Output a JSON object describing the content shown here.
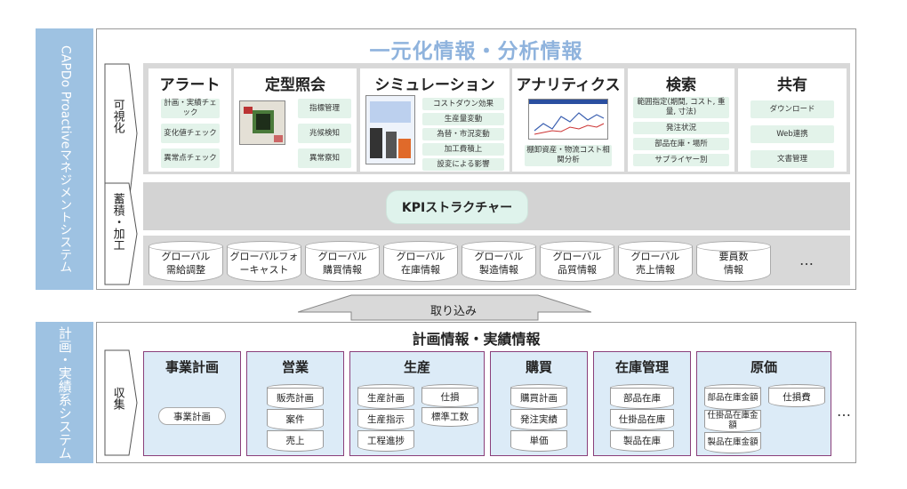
{
  "top_system": {
    "side_label": "CAPDo Proactiveマネジメントシステム",
    "title": "一元化情報・分析情報",
    "visualize_label": "可視化",
    "accumulate_label": "蓄積・加工",
    "cards": [
      {
        "title": "アラート",
        "items": [
          "計画・実績チェック",
          "変化値チェック",
          "異常点チェック"
        ]
      },
      {
        "title": "定型照会",
        "items": [
          "指標管理",
          "兆候検知",
          "異常察知"
        ]
      },
      {
        "title": "シミュレーション",
        "items": [
          "コストダウン効果",
          "生産量変動",
          "為替・市況変動",
          "加工費積上",
          "設変による影響"
        ]
      },
      {
        "title": "アナリティクス",
        "items": [
          "棚卸資産・物流コスト相関分析"
        ]
      },
      {
        "title": "検索",
        "items": [
          "範囲指定(期間, コスト, 重量, 寸法)",
          "発注状況",
          "部品在庫・場所",
          "サプライヤー別"
        ]
      },
      {
        "title": "共有",
        "items": [
          "ダウンロード",
          "Web連携",
          "文書管理"
        ]
      }
    ],
    "kpi_label": "KPIストラクチャー",
    "databases": [
      "グローバル需給調整",
      "グローバルフォーキャスト",
      "グローバル購買情報",
      "グローバル在庫情報",
      "グローバル製造情報",
      "グローバル品質情報",
      "グローバル売上情報",
      "要員数情報"
    ],
    "db_ellipsis": "…"
  },
  "arrow_label": "取り込み",
  "bottom_system": {
    "side_label": "計画・実績系システム",
    "title": "計画情報・実績情報",
    "collect_label": "収集",
    "groups": [
      {
        "title": "事業計画",
        "items": [
          "事業計画"
        ]
      },
      {
        "title": "営業",
        "items": [
          "販売計画",
          "案件",
          "売上"
        ]
      },
      {
        "title": "生産",
        "items": [
          "生産計画",
          "生産指示",
          "工程進捗",
          "仕損",
          "標準工数"
        ]
      },
      {
        "title": "購買",
        "items": [
          "購買計画",
          "発注実績",
          "単価"
        ]
      },
      {
        "title": "在庫管理",
        "items": [
          "部品在庫",
          "仕掛品在庫",
          "製品在庫"
        ]
      },
      {
        "title": "原価",
        "items": [
          "部品在庫金額",
          "仕掛品在庫金額",
          "製品在庫金額",
          "仕損費"
        ]
      }
    ],
    "ellipsis": "…"
  },
  "colors": {
    "side_bar": "#9ec2e2",
    "title_blue": "#8fb3dd",
    "pill_green": "#e3f3ea",
    "group_fill": "#dcebf7",
    "group_border": "#8a3f7a"
  }
}
